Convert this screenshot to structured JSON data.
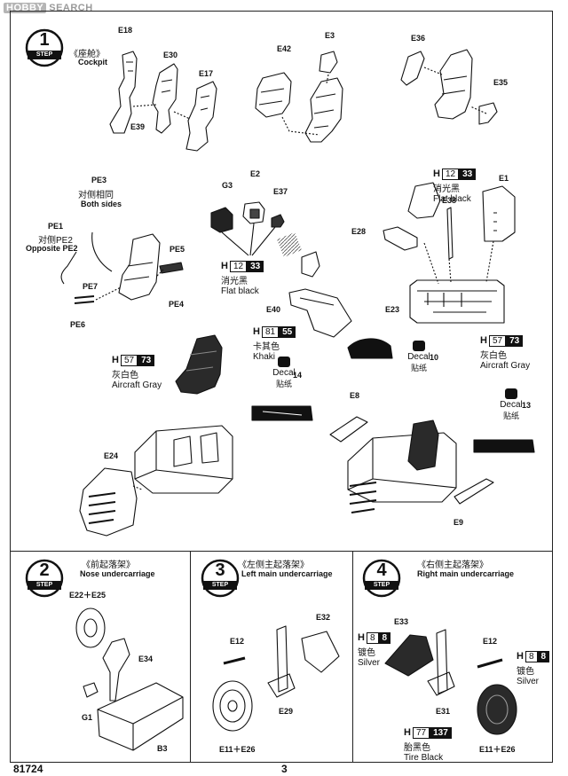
{
  "watermark": {
    "logo": "HOBBY",
    "text": "SEARCH"
  },
  "step_badge": "STEP",
  "steps": [
    {
      "number": "1",
      "title_cn": "《座舱》",
      "title_en": "Cockpit"
    },
    {
      "number": "2",
      "title_cn": "《前起落架》",
      "title_en": "Nose undercarriage"
    },
    {
      "number": "3",
      "title_cn": "《左侧主起落架》",
      "title_en": "Left main undercarriage"
    },
    {
      "number": "4",
      "title_cn": "《右侧主起落架》",
      "title_en": "Right main undercarriage"
    }
  ],
  "parts": {
    "e18": "E18",
    "e30": "E30",
    "e17": "E17",
    "e39": "E39",
    "e42": "E42",
    "e3": "E3",
    "e36": "E36",
    "e35": "E35",
    "g3": "G3",
    "e2": "E2",
    "e37": "E37",
    "e38": "E38",
    "e1": "E1",
    "e28": "E28",
    "e23": "E23",
    "e40": "E40",
    "e8": "E8",
    "e24": "E24",
    "e9": "E9",
    "pe3": "PE3",
    "pe1": "PE1",
    "pe5": "PE5",
    "pe7": "PE7",
    "pe4": "PE4",
    "pe6": "PE6",
    "e22_e25": "E22＋E25",
    "e34": "E34",
    "g1": "G1",
    "b3": "B3",
    "e12_left": "E12",
    "e32": "E32",
    "e29": "E29",
    "e11_e26_left": "E11＋E26",
    "e33": "E33",
    "e12_right": "E12",
    "e31": "E31",
    "e11_e26_right": "E11＋E26"
  },
  "notes": {
    "both_sides_cn": "对侧相同",
    "both_sides_en": "Both sides",
    "opposite_cn": "对侧PE2",
    "opposite_en": "Opposite PE2"
  },
  "paints": {
    "flat_black_1": {
      "h": "H",
      "code": "12",
      "mr": "33",
      "cn": "消光黑",
      "en": "Flat black"
    },
    "flat_black_2": {
      "h": "H",
      "code": "12",
      "mr": "33",
      "cn": "消光黑",
      "en": "Flat black"
    },
    "khaki": {
      "h": "H",
      "code": "81",
      "mr": "55",
      "cn": "卡其色",
      "en": "Khaki"
    },
    "aircraft_gray_1": {
      "h": "H",
      "code": "57",
      "mr": "73",
      "cn": "灰白色",
      "en": "Aircraft Gray"
    },
    "aircraft_gray_2": {
      "h": "H",
      "code": "57",
      "mr": "73",
      "cn": "灰白色",
      "en": "Aircraft Gray"
    },
    "silver_left": {
      "h": "H",
      "code": "8",
      "mr": "8",
      "cn": "镀色",
      "en": "Silver"
    },
    "silver_right": {
      "h": "H",
      "code": "8",
      "mr": "8",
      "cn": "镀色",
      "en": "Silver"
    },
    "tire_black": {
      "h": "H",
      "code": "77",
      "mr": "137",
      "cn": "胎黑色",
      "en": "Tire Black"
    }
  },
  "decals": [
    {
      "en": "Decal",
      "cn": "贴纸",
      "num": "14"
    },
    {
      "en": "Decal",
      "cn": "贴纸",
      "num": "10"
    },
    {
      "en": "Decal",
      "cn": "贴纸",
      "num": "13"
    }
  ],
  "footer": {
    "kit_number": "81724",
    "page_number": "3"
  }
}
